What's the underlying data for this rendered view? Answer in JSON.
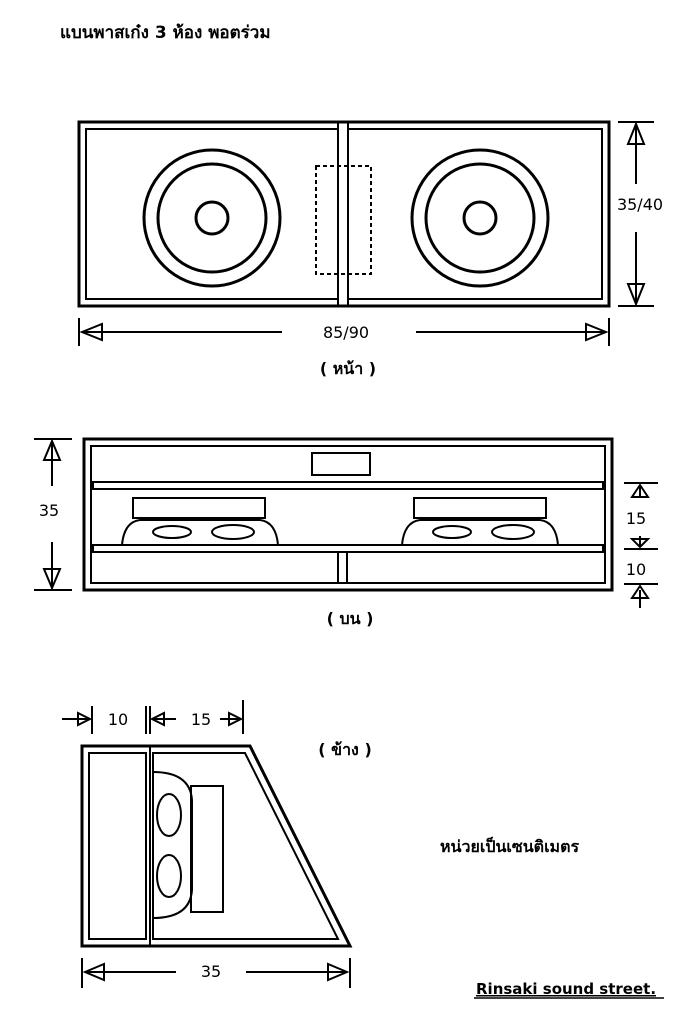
{
  "title": "แบนพาสเก๋ง 3 ห้อง พอตร่วม",
  "front": {
    "label": "( หน้า )",
    "width_dim": "85/90",
    "height_dim": "35/40"
  },
  "top": {
    "label": "( บน )",
    "height_dim": "35",
    "dim_upper": "15",
    "dim_lower": "10"
  },
  "side": {
    "label": "( ข้าง )",
    "dim_left": "10",
    "dim_right": "15",
    "width_dim": "35"
  },
  "unit_note": "หน่วยเป็นเซนติเมตร",
  "credit": "Rinsaki sound street."
}
